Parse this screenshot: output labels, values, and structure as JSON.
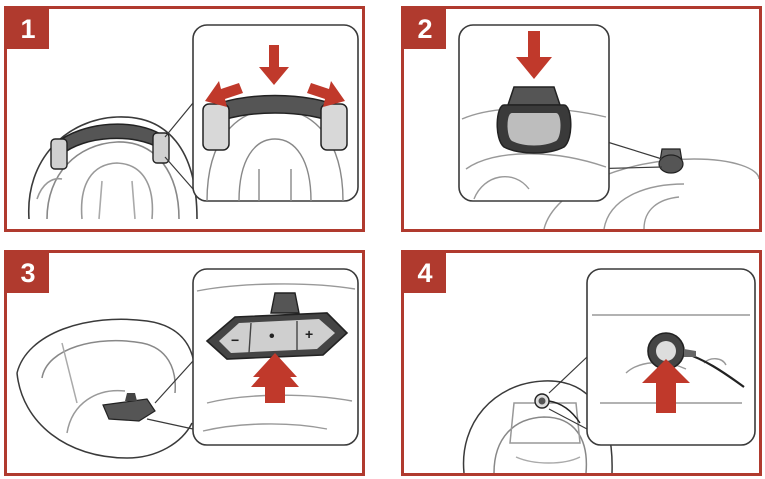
{
  "steps": [
    {
      "number": "1"
    },
    {
      "number": "2"
    },
    {
      "number": "3"
    },
    {
      "number": "4"
    }
  ],
  "colors": {
    "frame": "#b03a2e",
    "arrow": "#c0392b",
    "line": "#3a3a3a",
    "shade": "#a8a8a8",
    "light": "#e6e6e6"
  },
  "icons": [
    "clamp-icon",
    "mount-icon",
    "control-unit-icon",
    "connector-icon",
    "push-arrow-icon",
    "slide-arrow-icon"
  ],
  "control_unit": {
    "minus": "−",
    "center": "•",
    "plus": "+"
  }
}
